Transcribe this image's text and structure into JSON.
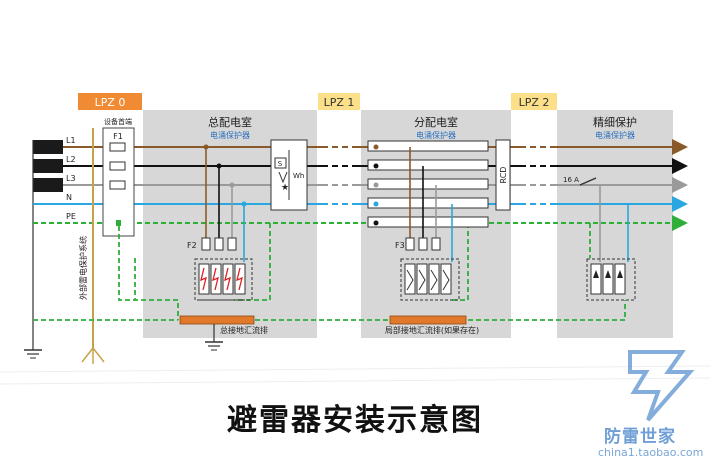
{
  "zones": {
    "lpz0": "LPZ 0",
    "lpz1": "LPZ 1",
    "lpz2": "LPZ 2"
  },
  "rooms": {
    "main_title": "总配电室",
    "main_sub": "电涌保护器",
    "dist_title": "分配电室",
    "dist_sub": "电涌保护器",
    "fine_title": "精细保护",
    "fine_sub": "电涌保护器"
  },
  "entry": {
    "label": "设备首端",
    "fuse": "F1"
  },
  "lines": [
    "L1",
    "L2",
    "L3",
    "N",
    "PE"
  ],
  "fuse_groups": {
    "main": "F2",
    "dist": "F3"
  },
  "meter": {
    "s_label": "S",
    "wh_label": "Wh"
  },
  "rcd_label": "RCD",
  "breaker_label": "16 A",
  "busbars": {
    "main": "总接地汇流排",
    "local": "局部接地汇流排(如果存在)"
  },
  "external_protection": "外部雷电保护系统",
  "title": "避雷器安装示意图",
  "watermark": {
    "brand": "防雷世家",
    "site": "china1.taobao.com"
  },
  "colors": {
    "L1": "#8b5a2b",
    "L2": "#111111",
    "L3": "#9a9a9a",
    "N": "#2aa7e0",
    "PE": "#2fae3a",
    "lpz0": "#f08a33",
    "lpz12": "#fbe089",
    "room": "#d7d7d7",
    "ground": "#c8a24a"
  }
}
